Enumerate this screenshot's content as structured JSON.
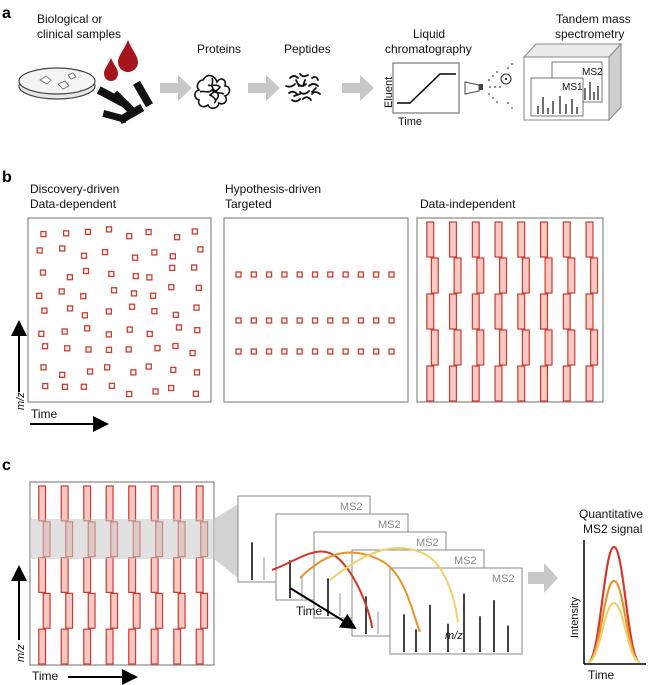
{
  "panels": {
    "a": {
      "letter": "a",
      "samples_label": [
        "Biological or",
        "clinical samples"
      ],
      "proteins_label": "Proteins",
      "peptides_label": "Peptides",
      "lc_label": [
        "Liquid",
        "chromatography"
      ],
      "eluent_label": "Eluent",
      "time_label": "Time",
      "ms_label": [
        "Tandem mass",
        "spectrometry"
      ],
      "ms1_label": "MS1",
      "ms2_label": "MS2"
    },
    "b": {
      "letter": "b",
      "dda_title": [
        "Discovery-driven",
        "Data-dependent"
      ],
      "targeted_title": [
        "Hypothesis-driven",
        "Targeted"
      ],
      "dia_title": "Data-independent",
      "y_axis": "m/z",
      "x_axis": "Time"
    },
    "c": {
      "letter": "c",
      "ms2_label": "MS2",
      "time_label": "Time",
      "mz_label": "m/z",
      "quant_title": [
        "Quantitative",
        "MS2 signal"
      ],
      "intensity_label": "Intensity",
      "x_axis": "Time",
      "y_axis": "m/z"
    }
  },
  "colors": {
    "red": "#d0392b",
    "orange": "#e8922a",
    "yellow": "#f4cf6a",
    "arrow_gray": "#c8c8c8",
    "box_border": "#888888",
    "ms2_gray": "#888888"
  }
}
